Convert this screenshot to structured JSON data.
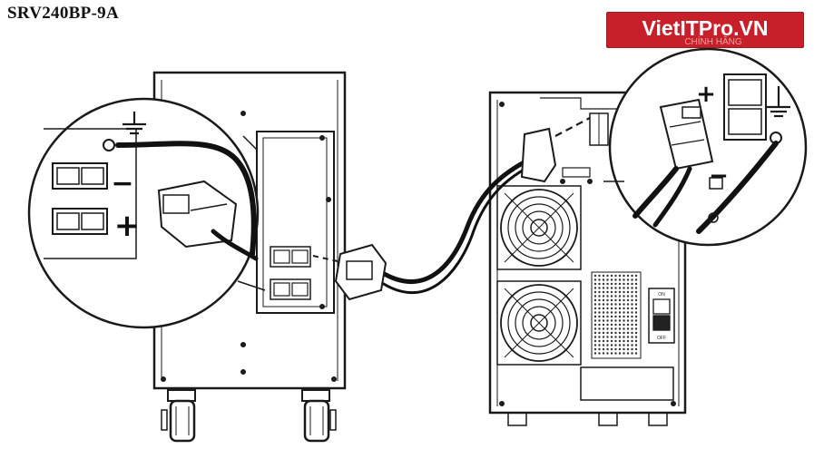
{
  "title": "SRV240BP-9A",
  "watermark": {
    "brand": "VietITPro.VN",
    "tagline": "CHÍNH HÃNG",
    "colors": {
      "background": "#c8202a",
      "text": "#ffffff",
      "tagline": "#f0a0a0"
    }
  },
  "labels": {
    "plus_left": "+",
    "minus_left": "−",
    "plus_right": "+",
    "minus_right": "−",
    "switch_on": "ON",
    "switch_off": "OFF"
  },
  "icons": [
    "ground-icon",
    "battery-connector-icon",
    "cooling-fan-icon",
    "power-switch-icon",
    "caster-wheel-icon"
  ]
}
